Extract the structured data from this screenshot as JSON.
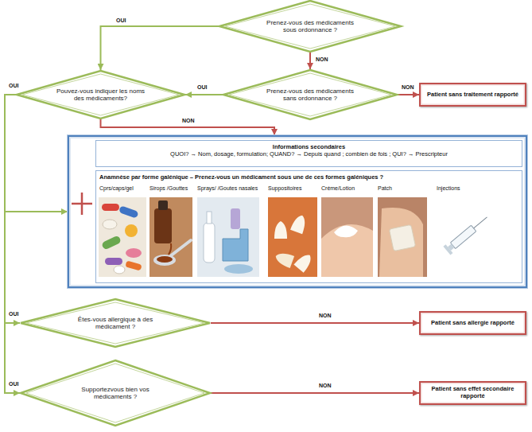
{
  "diagram": {
    "nodes": [
      {
        "text": [
          "Prenez-vous des médicaments sous ordonnance ?"
        ]
      },
      {
        "text": [
          "Pouvez-vous indiquer les noms des médicaments?"
        ]
      },
      {
        "text": [
          "Prenez-vous des médicaments sans ordonnance ?"
        ]
      },
      {
        "text": [
          "Patient sans traitement rapporté"
        ]
      },
      {
        "text": []
      },
      {
        "text": [
          "Informations secondaires",
          "QUOI? → Nom, dosage, formulation; QUAND? → Depuis quand ; combien de fois ; QUI? → Prescripteur"
        ],
        "in": 4
      },
      {
        "text": [
          "Anamnèse par forme galénique – Prenez-vous un médicament sous une de ces formes galéniques ?",
          "Cprs/caps/gel",
          "Sirops /Gouttes",
          "Sprays/ /Goutes nasales",
          "Suppositoires",
          "Crème/Lotion",
          "Patch",
          "Injections"
        ],
        "in": 4
      },
      {
        "text": [
          "Êtes-vous allergique à des médicament ?"
        ]
      },
      {
        "text": [
          "Patient sans allergie rapporté"
        ]
      },
      {
        "text": [
          "Supportezvous bien vos médicaments ?"
        ]
      },
      {
        "text": [
          "Patient sans effet secondaire rapporté"
        ]
      }
    ],
    "edges": [
      {
        "from": 0,
        "to": 1,
        "label": "OUI",
        "arrow": "to"
      },
      {
        "from": 0,
        "to": 2,
        "label": "NON",
        "arrow": "to"
      },
      {
        "from": 2,
        "to": 1,
        "label": "OUI",
        "arrow": "to"
      },
      {
        "from": 2,
        "to": 3,
        "label": "NON",
        "arrow": "to"
      },
      {
        "from": 1,
        "to": 4,
        "label": "NON",
        "arrow": "to"
      },
      {
        "from": 1,
        "to": 4,
        "label": "OUI",
        "arrow": "to"
      },
      {
        "from": 1,
        "to": 7,
        "label": "OUI",
        "arrow": "to"
      },
      {
        "from": 1,
        "to": 9,
        "label": "OUI",
        "arrow": "to"
      },
      {
        "from": 7,
        "to": 8,
        "label": "NON",
        "arrow": "to"
      },
      {
        "from": 9,
        "to": 10,
        "label": "NON",
        "arrow": "to"
      }
    ]
  }
}
